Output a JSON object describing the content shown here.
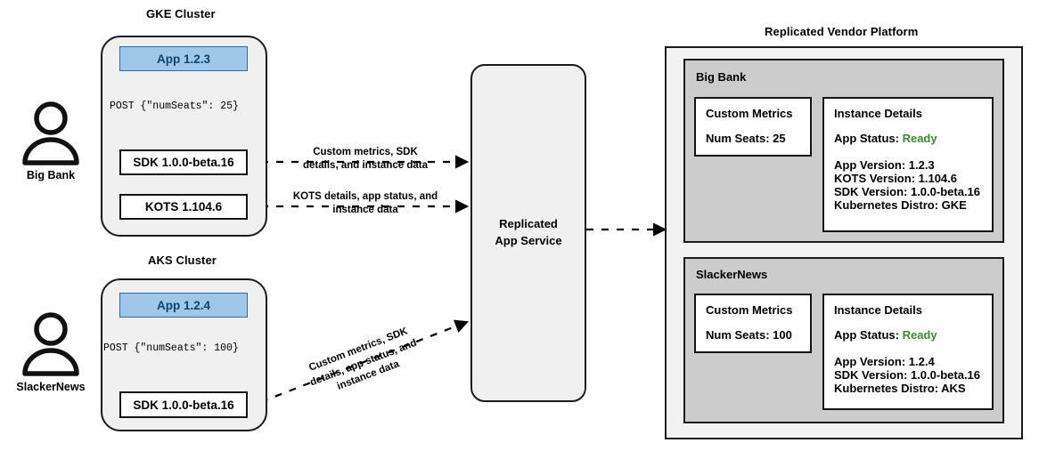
{
  "diagram": {
    "titles": {
      "gke_cluster": "GKE Cluster",
      "aks_cluster": "AKS Cluster",
      "platform": "Replicated Vendor Platform"
    },
    "actors": [
      {
        "name": "Big Bank",
        "icon": "person-icon"
      },
      {
        "name": "SlackerNews",
        "icon": "person-icon"
      }
    ],
    "gke": {
      "app_label": "App 1.2.3",
      "post_label": "POST {\"numSeats\": 25}",
      "sdk_label": "SDK 1.0.0-beta.16",
      "kots_label": "KOTS 1.104.6"
    },
    "aks": {
      "app_label": "App 1.2.4",
      "post_label": "POST {\"numSeats\": 100}",
      "sdk_label": "SDK 1.0.0-beta.16"
    },
    "service": {
      "line1": "Replicated",
      "line2": "App Service"
    },
    "edges": {
      "sdk_to_service": "Custom metrics, SDK\ndetails, and instance data",
      "kots_to_service": "KOTS details, app status, and\ninstance data",
      "aks_sdk_to_service": "Custom metrics, SDK\ndetails, app status, and\ninstance data"
    },
    "tenants": [
      {
        "name": "Big Bank",
        "metrics": {
          "title": "Custom Metrics",
          "line": "Num Seats: 25"
        },
        "details": {
          "title": "Instance Details",
          "status_label": "App Status:",
          "status_value": "Ready",
          "lines": [
            "App Version: 1.2.3",
            "KOTS Version: 1.104.6",
            "SDK Version: 1.0.0-beta.16",
            "Kubernetes Distro: GKE"
          ]
        }
      },
      {
        "name": "SlackerNews",
        "metrics": {
          "title": "Custom Metrics",
          "line": "Num Seats: 100"
        },
        "details": {
          "title": "Instance Details",
          "status_label": "App Status:",
          "status_value": "Ready",
          "lines": [
            "App Version: 1.2.4",
            "SDK Version: 1.0.0-beta.16",
            "Kubernetes Distro: AKS"
          ]
        }
      }
    ],
    "colors": {
      "app_fill": "#9ec7e8",
      "app_border": "#2a6aa8",
      "app_text": "#10436e",
      "cluster_fill": "#f0f0f0",
      "panel_fill": "#cccccc",
      "outer_fill": "#f2f2f2",
      "status_green": "#3b8a32",
      "stroke": "#1a1a1a"
    }
  }
}
